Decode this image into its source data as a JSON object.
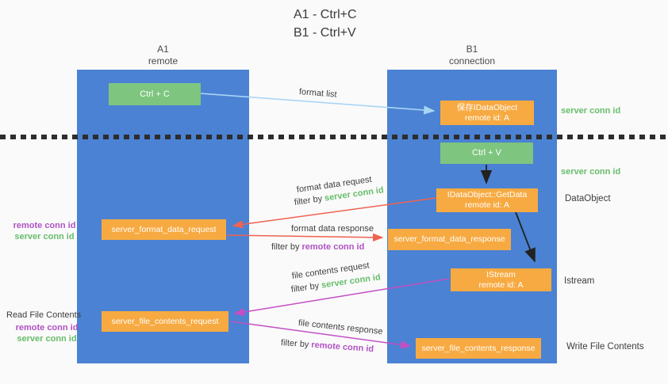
{
  "title": {
    "line1": "A1 - Ctrl+C",
    "line2": "B1 - Ctrl+V"
  },
  "columns": {
    "left": {
      "name": "A1",
      "role": "remote"
    },
    "right": {
      "name": "B1",
      "role": "connection"
    }
  },
  "nodes": {
    "ctrl_c": {
      "label": "Ctrl + C"
    },
    "ctrl_v": {
      "label": "Ctrl + V"
    },
    "save_dataobject": {
      "line1": "保存IDataObject",
      "line2": "remote id: A"
    },
    "getdata": {
      "line1": "IDataObject::GetData",
      "line2": "remote id: A"
    },
    "istream_node": {
      "line1": "IStream",
      "line2": "remote id: A"
    },
    "format_request": {
      "label": "server_format_data_request"
    },
    "format_response": {
      "label": "server_format_data_response"
    },
    "file_request": {
      "label": "server_file_contents_request"
    },
    "file_response": {
      "label": "server_file_contents_response"
    }
  },
  "labels": {
    "format_list": "format list",
    "format_data_request": "format data request",
    "format_data_response": "format data response",
    "file_contents_request": "file contents request",
    "file_contents_response": "file contents response",
    "filter_by": "filter by",
    "server_conn_id": "server conn id",
    "remote_conn_id": "remote conn id",
    "dataobject": "DataObject",
    "istream": "Istream",
    "read_file_contents": "Read File Contents",
    "write_file_contents": "Write File Contents"
  },
  "colors": {
    "column_blue": "#4b82d3",
    "node_orange": "#f7aa41",
    "node_green": "#7ec57f",
    "arrow_red": "#ee6352",
    "arrow_magenta": "#c44fc4",
    "arrow_lightblue": "#a9d5f5",
    "arrow_black": "#222222",
    "text_green": "#67bd6a",
    "text_purple": "#b052c4"
  }
}
